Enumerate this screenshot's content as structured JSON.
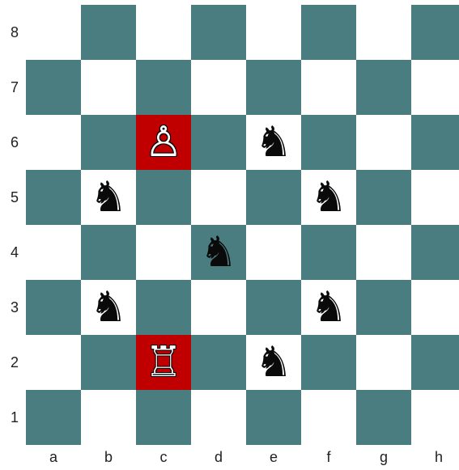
{
  "board": {
    "files": [
      "a",
      "b",
      "c",
      "d",
      "e",
      "f",
      "g",
      "h"
    ],
    "ranks": [
      "8",
      "7",
      "6",
      "5",
      "4",
      "3",
      "2",
      "1"
    ],
    "light_color": "#ffffff",
    "dark_color": "#4a7d80",
    "highlight_color": "#c00000",
    "highlighted_squares": [
      "c6",
      "c2"
    ],
    "pieces": [
      {
        "square": "c6",
        "piece": "pawn",
        "color": "white",
        "glyph": "♙"
      },
      {
        "square": "e6",
        "piece": "knight",
        "color": "black",
        "glyph": "♞"
      },
      {
        "square": "b5",
        "piece": "knight",
        "color": "black",
        "glyph": "♞"
      },
      {
        "square": "f5",
        "piece": "knight",
        "color": "black",
        "glyph": "♞"
      },
      {
        "square": "d4",
        "piece": "knight",
        "color": "black",
        "glyph": "♞"
      },
      {
        "square": "b3",
        "piece": "knight",
        "color": "black",
        "glyph": "♞"
      },
      {
        "square": "f3",
        "piece": "knight",
        "color": "black",
        "glyph": "♞"
      },
      {
        "square": "c2",
        "piece": "rook",
        "color": "white",
        "glyph": "♖"
      },
      {
        "square": "e2",
        "piece": "knight",
        "color": "black",
        "glyph": "♞"
      }
    ]
  }
}
